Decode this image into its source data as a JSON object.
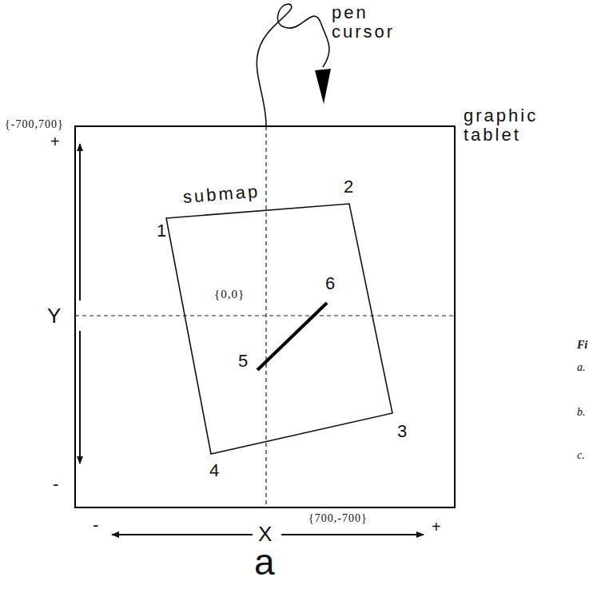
{
  "diagram": {
    "nodes": [
      {
        "text": [
          "graphic tablet"
        ]
      },
      {
        "text": [
          "submap"
        ],
        "in": 0
      }
    ],
    "labels": [
      "pen cursor",
      "{-700,700}",
      "+",
      "Y",
      "-",
      "{0,0}",
      "1",
      "2",
      "3",
      "4",
      "5",
      "6",
      "{700,-700}",
      "-",
      "X",
      "+",
      "a",
      "Fi",
      "a.",
      "b.",
      "c."
    ]
  }
}
